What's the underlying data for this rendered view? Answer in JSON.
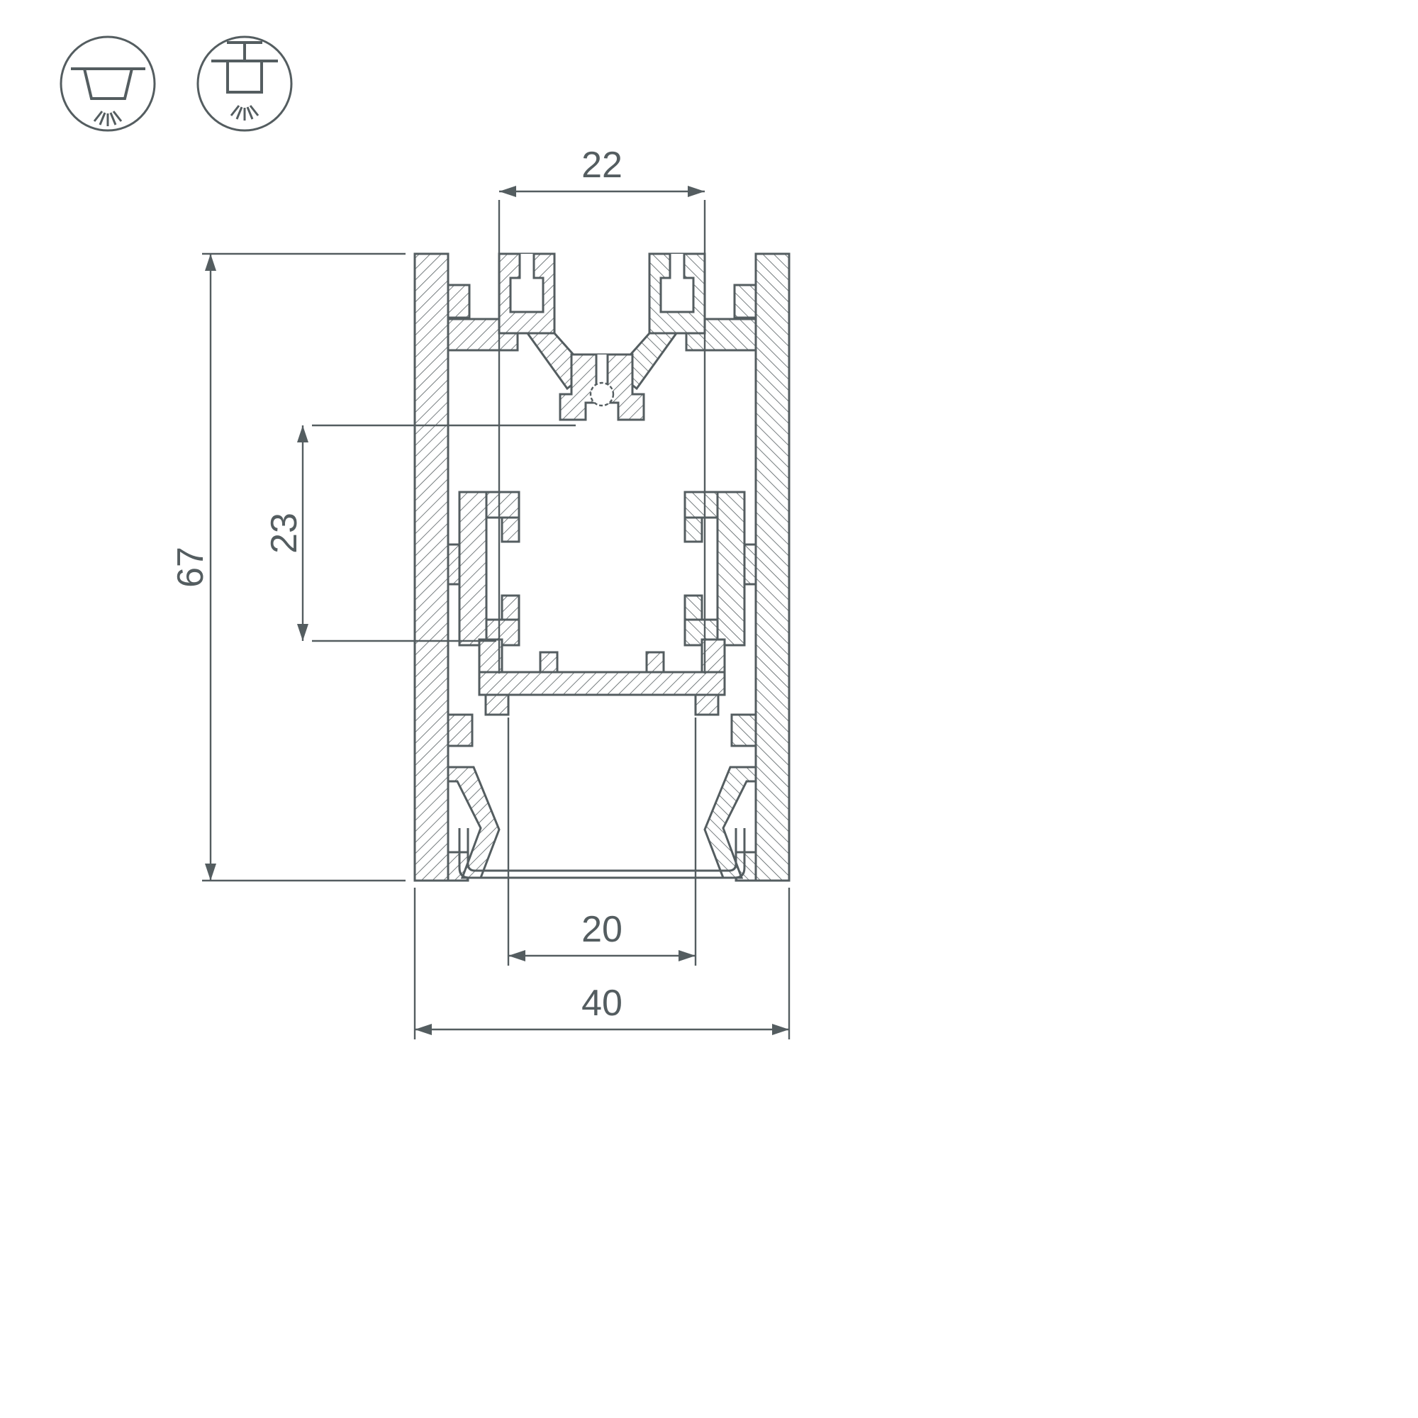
{
  "page": {
    "background_color": "#ffffff",
    "line_color": "#545d60",
    "description": "Technical cross-section drawing of an aluminium LED profile with dimensions"
  },
  "icons": [
    {
      "name": "surface-mount-luminaire-icon"
    },
    {
      "name": "pendant-box-luminaire-icon"
    }
  ],
  "dimensions": {
    "top_slot_width": "22",
    "inner_clip_height": "23",
    "overall_height": "67",
    "bottom_opening_width": "20",
    "overall_width": "40"
  }
}
